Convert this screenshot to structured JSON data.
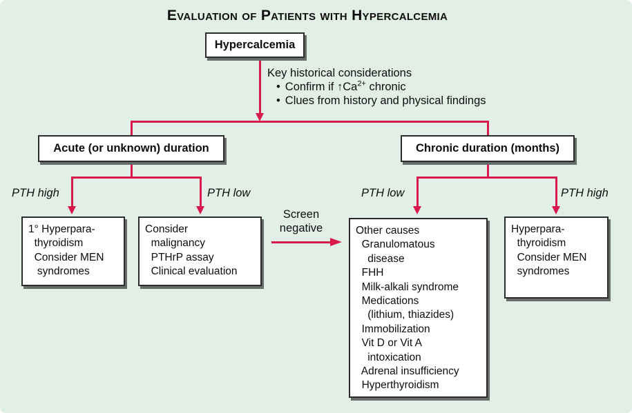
{
  "colors": {
    "background": "#e2efe7",
    "arrow_red": "#d7194b",
    "box_background": "#ffffff",
    "box_border": "#2b2b2b",
    "box_shadow": "#666c68",
    "text": "#0d0d0d"
  },
  "title": "Evaluation of Patients with Hypercalcemia",
  "nodes": {
    "root": "Hypercalcemia",
    "acute": "Acute (or unknown) duration",
    "chronic": "Chronic duration (months)",
    "acute_pth_high_box": "1° Hyperpara-\n  thyroidism\n  Consider MEN\n   syndromes",
    "acute_pth_low_box": "Consider\n  malignancy\n  PTHrP assay\n  Clinical evaluation",
    "chronic_pth_low_box": "Other causes\n  Granulomatous\n    disease\n  FHH\n  Milk-alkali syndrome\n  Medications\n    (lithium, thiazides)\n  Immobilization\n  Vit D or Vit A\n    intoxication\n  Adrenal insufficiency\n  Hyperthyroidism",
    "chronic_pth_high_box": "Hyperpara-\n  thyroidism\n  Consider MEN\n  syndromes"
  },
  "labels": {
    "pth_high_left": "PTH high",
    "pth_low_left": "PTH low",
    "pth_low_right": "PTH low",
    "pth_high_right": "PTH high",
    "screen_negative": "Screen\nnegative"
  },
  "considerations": {
    "heading": "Key historical considerations",
    "bullet_char": "•",
    "bullet1_pre": "Confirm if ↑Ca",
    "bullet1_sup": "2+",
    "bullet1_post": " chronic",
    "bullet2": "Clues from history and physical findings"
  }
}
